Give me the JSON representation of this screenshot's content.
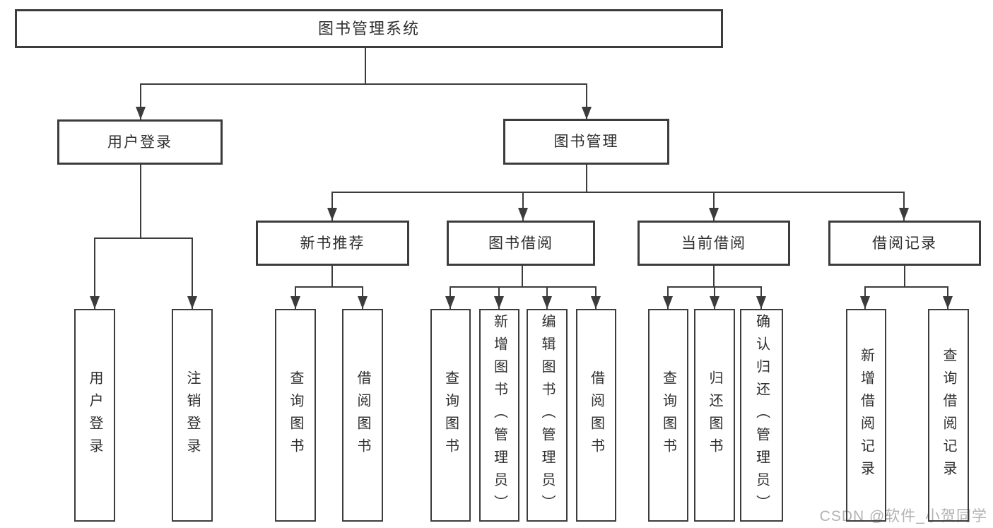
{
  "colors": {
    "line": "#3c3c3c",
    "text": "#2e2e2e",
    "watermark": "#b3b3b3",
    "background": "#ffffff"
  },
  "tree": {
    "root": "图书管理系统",
    "branches": [
      {
        "label": "用户登录",
        "children": [
          "用户登录",
          "注销登录"
        ]
      },
      {
        "label": "图书管理",
        "groups": [
          {
            "label": "新书推荐",
            "children": [
              "查询图书",
              "借阅图书"
            ]
          },
          {
            "label": "图书借阅",
            "children": [
              "查询图书",
              "新增图书（管理员）",
              "编辑图书（管理员）",
              "借阅图书"
            ]
          },
          {
            "label": "当前借阅",
            "children": [
              "查询图书",
              "归还图书",
              "确认归还（管理员）"
            ]
          },
          {
            "label": "借阅记录",
            "children": [
              "新增借阅记录",
              "查询借阅记录"
            ]
          }
        ]
      }
    ]
  },
  "watermark": "CSDN @软件_小贺同学"
}
